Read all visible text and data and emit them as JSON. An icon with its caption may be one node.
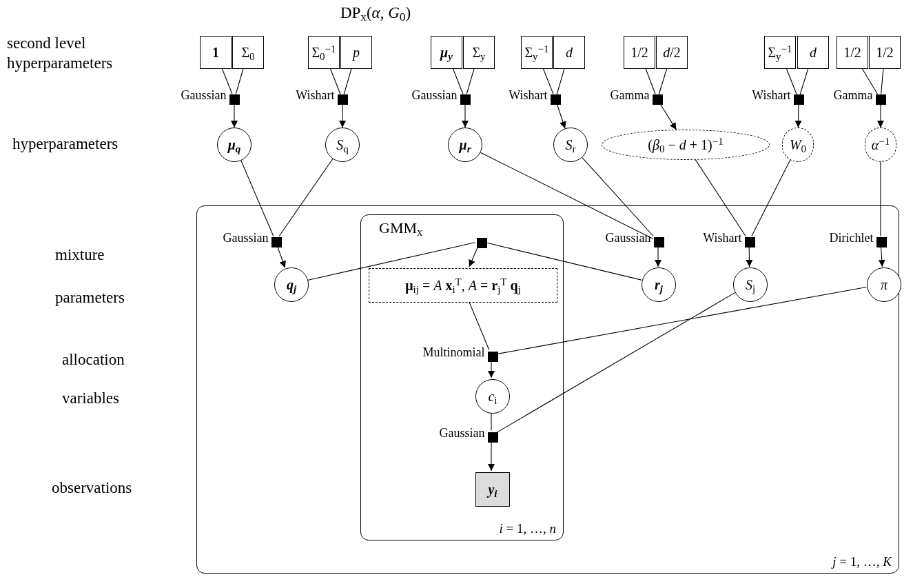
{
  "diagram": {
    "title": "DP$_{x}$(*α*, *G*$_{0}$)",
    "nodes": [
      {
        "text": [
          "1"
        ]
      },
      {
        "text": [
          "Σ$_{0}$"
        ]
      },
      {
        "text": [
          "Σ$_{0}$$^{−1}$"
        ]
      },
      {
        "text": [
          "*p*"
        ]
      },
      {
        "text": [
          "μ$_{y}$"
        ]
      },
      {
        "text": [
          "Σ$_{y}$"
        ]
      },
      {
        "text": [
          "Σ$_{y}$$^{−1}$"
        ]
      },
      {
        "text": [
          "*d*"
        ]
      },
      {
        "text": [
          "1/2"
        ]
      },
      {
        "text": [
          "*d*/2"
        ]
      },
      {
        "text": [
          "Σ$_{y}$$^{−1}$"
        ]
      },
      {
        "text": [
          "*d*"
        ]
      },
      {
        "text": [
          "1/2"
        ]
      },
      {
        "text": [
          "1/2"
        ]
      },
      {
        "text": [],
        "shape": "box",
        "beside": [
          "Gaussian"
        ]
      },
      {
        "text": [],
        "shape": "box",
        "beside": [
          "Wishart"
        ]
      },
      {
        "text": [],
        "shape": "box",
        "beside": [
          "Gaussian"
        ]
      },
      {
        "text": [],
        "shape": "box",
        "beside": [
          "Wishart"
        ]
      },
      {
        "text": [],
        "shape": "box",
        "beside": [
          "Gamma"
        ]
      },
      {
        "text": [],
        "shape": "box",
        "beside": [
          "Wishart"
        ]
      },
      {
        "text": [],
        "shape": "box",
        "beside": [
          "Gamma"
        ]
      },
      {
        "text": [
          "μ$_{q}$"
        ]
      },
      {
        "text": [
          "*S*$_{q}$"
        ]
      },
      {
        "text": [
          "μ$_{r}$"
        ]
      },
      {
        "text": [
          "*S*$_{r}$"
        ]
      },
      {
        "text": [
          "(*β*$_{0}$ − *d* + 1)$^{−1}$"
        ]
      },
      {
        "text": [
          "*W*$_{0}$"
        ]
      },
      {
        "text": [
          "*α*$^{−1}$"
        ]
      },
      {
        "text": [
          "*j* = 1, …, *K*"
        ]
      },
      {
        "text": [
          "GMM$_{x}$",
          "*i* = 1, …, *n*"
        ],
        "in": 28
      },
      {
        "text": [],
        "shape": "box",
        "beside": [
          "Gaussian"
        ],
        "in": 28
      },
      {
        "text": [],
        "shape": "box",
        "in": 29
      },
      {
        "text": [],
        "shape": "box",
        "beside": [
          "Gaussian"
        ],
        "in": 28
      },
      {
        "text": [],
        "shape": "box",
        "beside": [
          "Wishart"
        ],
        "in": 28
      },
      {
        "text": [],
        "shape": "box",
        "beside": [
          "Dirichlet"
        ],
        "in": 28
      },
      {
        "text": [
          "q$_{j}$"
        ],
        "in": 28
      },
      {
        "text": [
          "**μ**$_{ij}$ = *A* **x**$_{i}$$^{T}$, *A* = **r**$_{j}$$^{T}$ **q**$_{j}$"
        ],
        "in": 29
      },
      {
        "text": [
          "r$_{j}$"
        ],
        "in": 28
      },
      {
        "text": [
          "*S*$_{j}$"
        ],
        "in": 28
      },
      {
        "text": [
          "*π*"
        ],
        "in": 28
      },
      {
        "text": [],
        "shape": "box",
        "beside": [
          "Multinomial"
        ],
        "in": 29
      },
      {
        "text": [
          "*c*$_{i}$"
        ],
        "in": 29
      },
      {
        "text": [],
        "shape": "box",
        "beside": [
          "Gaussian"
        ],
        "in": 29
      },
      {
        "text": [
          "y$_{i}$"
        ],
        "in": 29
      }
    ],
    "edges": [
      {
        "from": 0,
        "to": 14,
        "arrow": "none"
      },
      {
        "from": 1,
        "to": 14,
        "arrow": "none"
      },
      {
        "from": 14,
        "to": 21,
        "arrow": "to"
      },
      {
        "from": 2,
        "to": 15,
        "arrow": "none"
      },
      {
        "from": 3,
        "to": 15,
        "arrow": "none"
      },
      {
        "from": 15,
        "to": 22,
        "arrow": "to"
      },
      {
        "from": 4,
        "to": 16,
        "arrow": "none"
      },
      {
        "from": 5,
        "to": 16,
        "arrow": "none"
      },
      {
        "from": 16,
        "to": 23,
        "arrow": "to"
      },
      {
        "from": 6,
        "to": 17,
        "arrow": "none"
      },
      {
        "from": 7,
        "to": 17,
        "arrow": "none"
      },
      {
        "from": 17,
        "to": 24,
        "arrow": "to"
      },
      {
        "from": 8,
        "to": 18,
        "arrow": "none"
      },
      {
        "from": 9,
        "to": 18,
        "arrow": "none"
      },
      {
        "from": 18,
        "to": 25,
        "arrow": "to"
      },
      {
        "from": 10,
        "to": 19,
        "arrow": "none"
      },
      {
        "from": 11,
        "to": 19,
        "arrow": "none"
      },
      {
        "from": 19,
        "to": 26,
        "arrow": "to"
      },
      {
        "from": 12,
        "to": 20,
        "arrow": "none"
      },
      {
        "from": 13,
        "to": 20,
        "arrow": "none"
      },
      {
        "from": 20,
        "to": 27,
        "arrow": "to"
      },
      {
        "from": 21,
        "to": 30,
        "arrow": "none"
      },
      {
        "from": 22,
        "to": 30,
        "arrow": "none"
      },
      {
        "from": 30,
        "to": 35,
        "arrow": "to"
      },
      {
        "from": 23,
        "to": 32,
        "arrow": "none"
      },
      {
        "from": 24,
        "to": 32,
        "arrow": "none"
      },
      {
        "from": 32,
        "to": 37,
        "arrow": "to"
      },
      {
        "from": 25,
        "to": 33,
        "arrow": "none"
      },
      {
        "from": 26,
        "to": 33,
        "arrow": "none"
      },
      {
        "from": 33,
        "to": 38,
        "arrow": "to"
      },
      {
        "from": 27,
        "to": 34,
        "arrow": "none"
      },
      {
        "from": 34,
        "to": 39,
        "arrow": "to"
      },
      {
        "from": 35,
        "to": 31,
        "arrow": "none"
      },
      {
        "from": 37,
        "to": 31,
        "arrow": "none"
      },
      {
        "from": 31,
        "to": 36,
        "arrow": "to"
      },
      {
        "from": 36,
        "to": 40,
        "arrow": "none"
      },
      {
        "from": 39,
        "to": 40,
        "arrow": "none"
      },
      {
        "from": 40,
        "to": 41,
        "arrow": "to"
      },
      {
        "from": 41,
        "to": 42,
        "arrow": "none"
      },
      {
        "from": 38,
        "to": 42,
        "arrow": "none"
      },
      {
        "from": 42,
        "to": 43,
        "arrow": "to"
      }
    ],
    "labels": [
      "second level hyperparameters",
      "hyperparameters",
      "mixture",
      "parameters",
      "allocation",
      "variables",
      "observations"
    ]
  }
}
